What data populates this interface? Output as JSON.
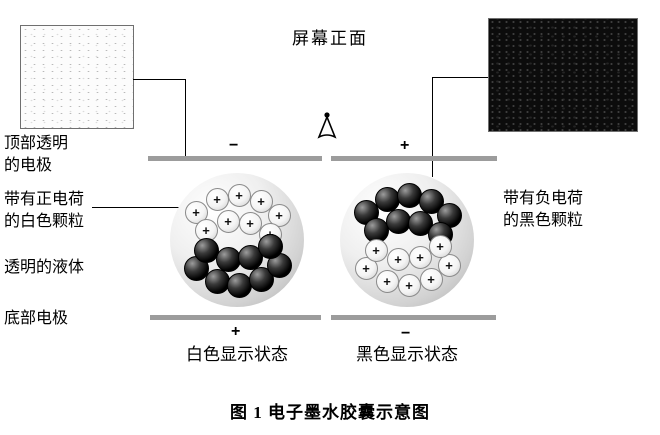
{
  "figure": {
    "screen_front_label": "屏幕正面",
    "caption": "图 1  电子墨水胶囊示意图"
  },
  "side_labels": {
    "top_electrode": "顶部透明\n的电极",
    "positive_white_particles": "带有正电荷\n的白色颗粒",
    "transparent_liquid": "透明的液体",
    "bottom_electrode": "底部电极",
    "negative_black_particles": "带有负电荷\n的黑色颗粒"
  },
  "capsules": [
    {
      "id": "white-display-capsule",
      "top_sign": "−",
      "bottom_sign": "+",
      "state_label": "白色显示状态",
      "top_particles": "white",
      "bottom_particles": "black"
    },
    {
      "id": "black-display-capsule",
      "top_sign": "+",
      "bottom_sign": "−",
      "state_label": "黑色显示状态",
      "top_particles": "black",
      "bottom_particles": "white"
    }
  ],
  "particle_plus_sign": "+",
  "colors": {
    "electrode_gray": "#9c9c9c",
    "background": "#ffffff"
  }
}
